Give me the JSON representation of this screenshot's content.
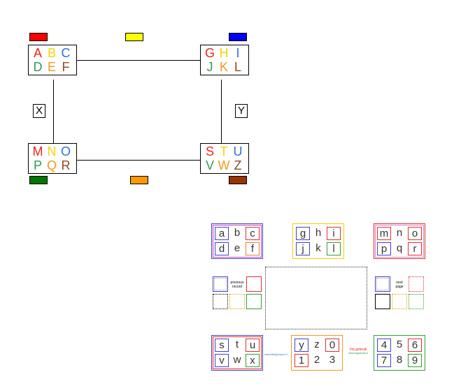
{
  "colors": {
    "red": "#ff0000",
    "yellow": "#ffff00",
    "blue": "#0000ff",
    "green": "#007700",
    "orange": "#ff9900",
    "brown": "#993300",
    "letter_red": "#e8261c",
    "letter_yellow": "#f4d300",
    "letter_blue": "#2c6ee6",
    "letter_green": "#2f9a57",
    "letter_orange": "#f29a18",
    "letter_brown": "#8e4a22"
  },
  "diagram": {
    "boxes": [
      {
        "letters": [
          "A",
          "B",
          "C",
          "D",
          "E",
          "F"
        ]
      },
      {
        "letters": [
          "G",
          "H",
          "I",
          "J",
          "K",
          "L"
        ]
      },
      {
        "letters": [
          "M",
          "N",
          "O",
          "P",
          "Q",
          "R"
        ]
      },
      {
        "letters": [
          "S",
          "T",
          "U",
          "V",
          "W",
          "Z"
        ]
      }
    ],
    "x_label": "X",
    "y_label": "Y"
  },
  "keyboard": {
    "groups": [
      [
        "a",
        "b",
        "c",
        "d",
        "e",
        "f"
      ],
      [
        "g",
        "h",
        "i",
        "j",
        "k",
        "l"
      ],
      [
        "m",
        "n",
        "o",
        "p",
        "q",
        "r"
      ],
      [
        "s",
        "t",
        "u",
        "v",
        "w",
        "x"
      ],
      [
        "y",
        "z",
        "0",
        "1",
        "2",
        "3"
      ],
      [
        "4",
        "5",
        "6",
        "7",
        "8",
        "9"
      ]
    ],
    "left_mid_label_1": "previous",
    "left_mid_label_2": "record",
    "right_mid_label_1": "next",
    "right_mid_label_2": "page",
    "credit_left": "www.lettergroepen.nl",
    "free_use_1": "Vrij gebruik",
    "free_use_2": "www.vrijgebruik.nl"
  }
}
